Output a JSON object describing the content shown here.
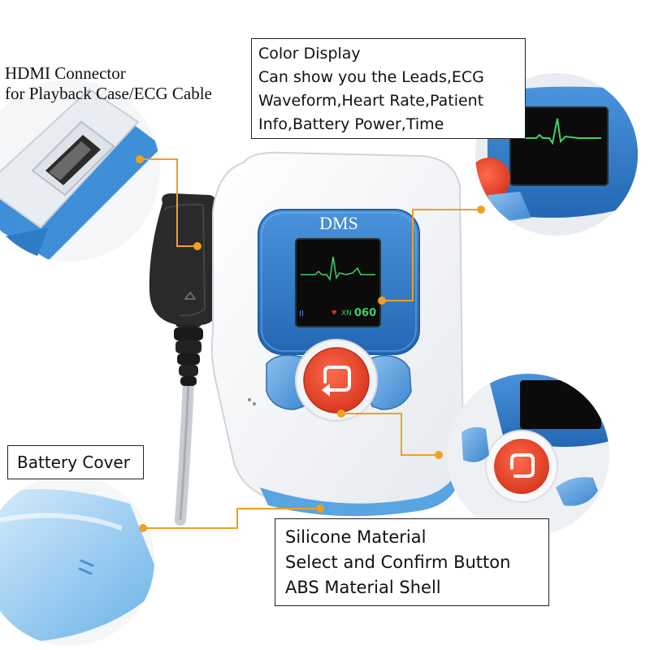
{
  "device": {
    "brand": "DMS",
    "lead_label": "II",
    "secondary_label": "XN",
    "heart_rate": "060"
  },
  "callouts": {
    "hdmi": {
      "lines": [
        "HDMI Connector",
        "for Playback Case/ECG Cable"
      ]
    },
    "display": {
      "lines": [
        "Color Display",
        "Can show you the Leads,ECG",
        "Waveform,Heart Rate,Patient",
        "Info,Battery Power,Time"
      ]
    },
    "battery": {
      "lines": [
        "Battery Cover"
      ]
    },
    "materials": {
      "lines": [
        "Silicone Material",
        "Select and Confirm Button",
        "ABS Material Shell"
      ]
    }
  },
  "colors": {
    "device_blue": "#2f78c4",
    "button_red": "#e8452d",
    "callout_orange": "#f0a020",
    "screen_black": "#0b0b0b",
    "ecg_green": "#3fd06a"
  }
}
